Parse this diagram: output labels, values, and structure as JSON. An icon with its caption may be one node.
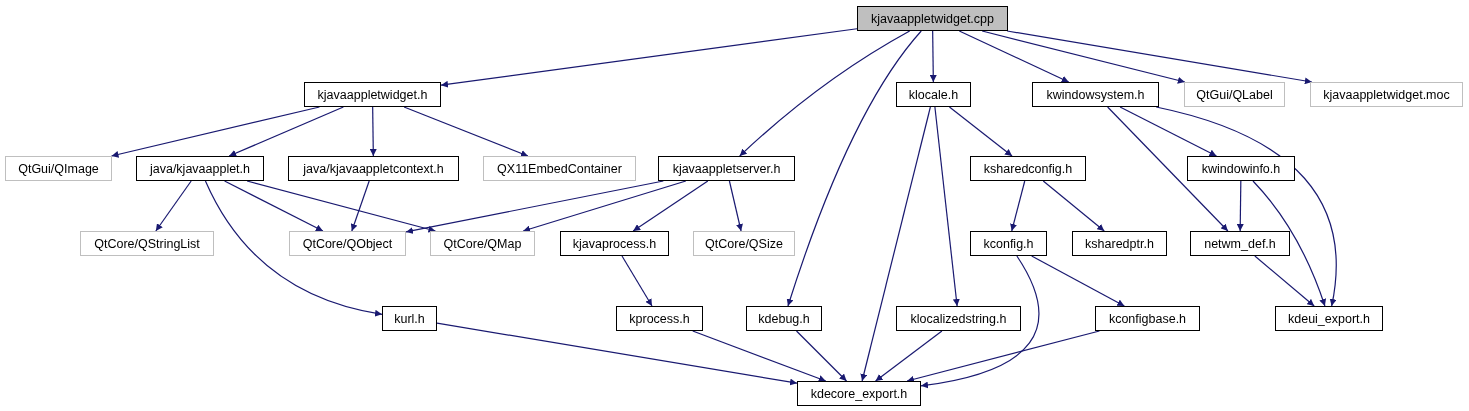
{
  "diagram": {
    "nodes": [
      {
        "text": [
          "kjavaappletwidget.cpp"
        ]
      },
      {
        "text": [
          "kjavaappletwidget.h"
        ]
      },
      {
        "text": [
          "klocale.h"
        ]
      },
      {
        "text": [
          "kwindowsystem.h"
        ]
      },
      {
        "text": [
          "QtGui/QLabel"
        ]
      },
      {
        "text": [
          "kjavaappletwidget.moc"
        ]
      },
      {
        "text": [
          "QtGui/QImage"
        ]
      },
      {
        "text": [
          "java/kjavaapplet.h"
        ]
      },
      {
        "text": [
          "java/kjavaappletcontext.h"
        ]
      },
      {
        "text": [
          "QX11EmbedContainer"
        ]
      },
      {
        "text": [
          "kjavaappletserver.h"
        ]
      },
      {
        "text": [
          "ksharedconfig.h"
        ]
      },
      {
        "text": [
          "kwindowinfo.h"
        ]
      },
      {
        "text": [
          "QtCore/QStringList"
        ]
      },
      {
        "text": [
          "QtCore/QObject"
        ]
      },
      {
        "text": [
          "QtCore/QMap"
        ]
      },
      {
        "text": [
          "kjavaprocess.h"
        ]
      },
      {
        "text": [
          "QtCore/QSize"
        ]
      },
      {
        "text": [
          "kconfig.h"
        ]
      },
      {
        "text": [
          "ksharedptr.h"
        ]
      },
      {
        "text": [
          "netwm_def.h"
        ]
      },
      {
        "text": [
          "kurl.h"
        ]
      },
      {
        "text": [
          "kprocess.h"
        ]
      },
      {
        "text": [
          "kdebug.h"
        ]
      },
      {
        "text": [
          "klocalizedstring.h"
        ]
      },
      {
        "text": [
          "kconfigbase.h"
        ]
      },
      {
        "text": [
          "kdeui_export.h"
        ]
      },
      {
        "text": [
          "kdecore_export.h"
        ]
      }
    ],
    "edges": [
      {
        "from": 0,
        "to": 1,
        "arrow": "to"
      },
      {
        "from": 0,
        "to": 10,
        "arrow": "to"
      },
      {
        "from": 0,
        "to": 23,
        "arrow": "to"
      },
      {
        "from": 0,
        "to": 2,
        "arrow": "to"
      },
      {
        "from": 0,
        "to": 3,
        "arrow": "to"
      },
      {
        "from": 0,
        "to": 4,
        "arrow": "to"
      },
      {
        "from": 0,
        "to": 5,
        "arrow": "to"
      },
      {
        "from": 1,
        "to": 6,
        "arrow": "to"
      },
      {
        "from": 1,
        "to": 7,
        "arrow": "to"
      },
      {
        "from": 1,
        "to": 8,
        "arrow": "to"
      },
      {
        "from": 1,
        "to": 9,
        "arrow": "to"
      },
      {
        "from": 7,
        "to": 13,
        "arrow": "to"
      },
      {
        "from": 7,
        "to": 21,
        "arrow": "to"
      },
      {
        "from": 7,
        "to": 14,
        "arrow": "to"
      },
      {
        "from": 7,
        "to": 15,
        "arrow": "to"
      },
      {
        "from": 8,
        "to": 14,
        "arrow": "to"
      },
      {
        "from": 10,
        "to": 14,
        "arrow": "to"
      },
      {
        "from": 10,
        "to": 15,
        "arrow": "to"
      },
      {
        "from": 10,
        "to": 16,
        "arrow": "to"
      },
      {
        "from": 10,
        "to": 17,
        "arrow": "to"
      },
      {
        "from": 2,
        "to": 27,
        "arrow": "to"
      },
      {
        "from": 2,
        "to": 24,
        "arrow": "to"
      },
      {
        "from": 2,
        "to": 11,
        "arrow": "to"
      },
      {
        "from": 3,
        "to": 20,
        "arrow": "to"
      },
      {
        "from": 3,
        "to": 12,
        "arrow": "to"
      },
      {
        "from": 3,
        "to": 26,
        "arrow": "to"
      },
      {
        "from": 11,
        "to": 18,
        "arrow": "to"
      },
      {
        "from": 11,
        "to": 19,
        "arrow": "to"
      },
      {
        "from": 12,
        "to": 20,
        "arrow": "to"
      },
      {
        "from": 12,
        "to": 26,
        "arrow": "to"
      },
      {
        "from": 20,
        "to": 26,
        "arrow": "to"
      },
      {
        "from": 16,
        "to": 22,
        "arrow": "to"
      },
      {
        "from": 18,
        "to": 27,
        "arrow": "to"
      },
      {
        "from": 18,
        "to": 25,
        "arrow": "to"
      },
      {
        "from": 21,
        "to": 27,
        "arrow": "to"
      },
      {
        "from": 22,
        "to": 27,
        "arrow": "to"
      },
      {
        "from": 23,
        "to": 27,
        "arrow": "to"
      },
      {
        "from": 24,
        "to": 27,
        "arrow": "to"
      },
      {
        "from": 25,
        "to": 27,
        "arrow": "to"
      }
    ]
  }
}
